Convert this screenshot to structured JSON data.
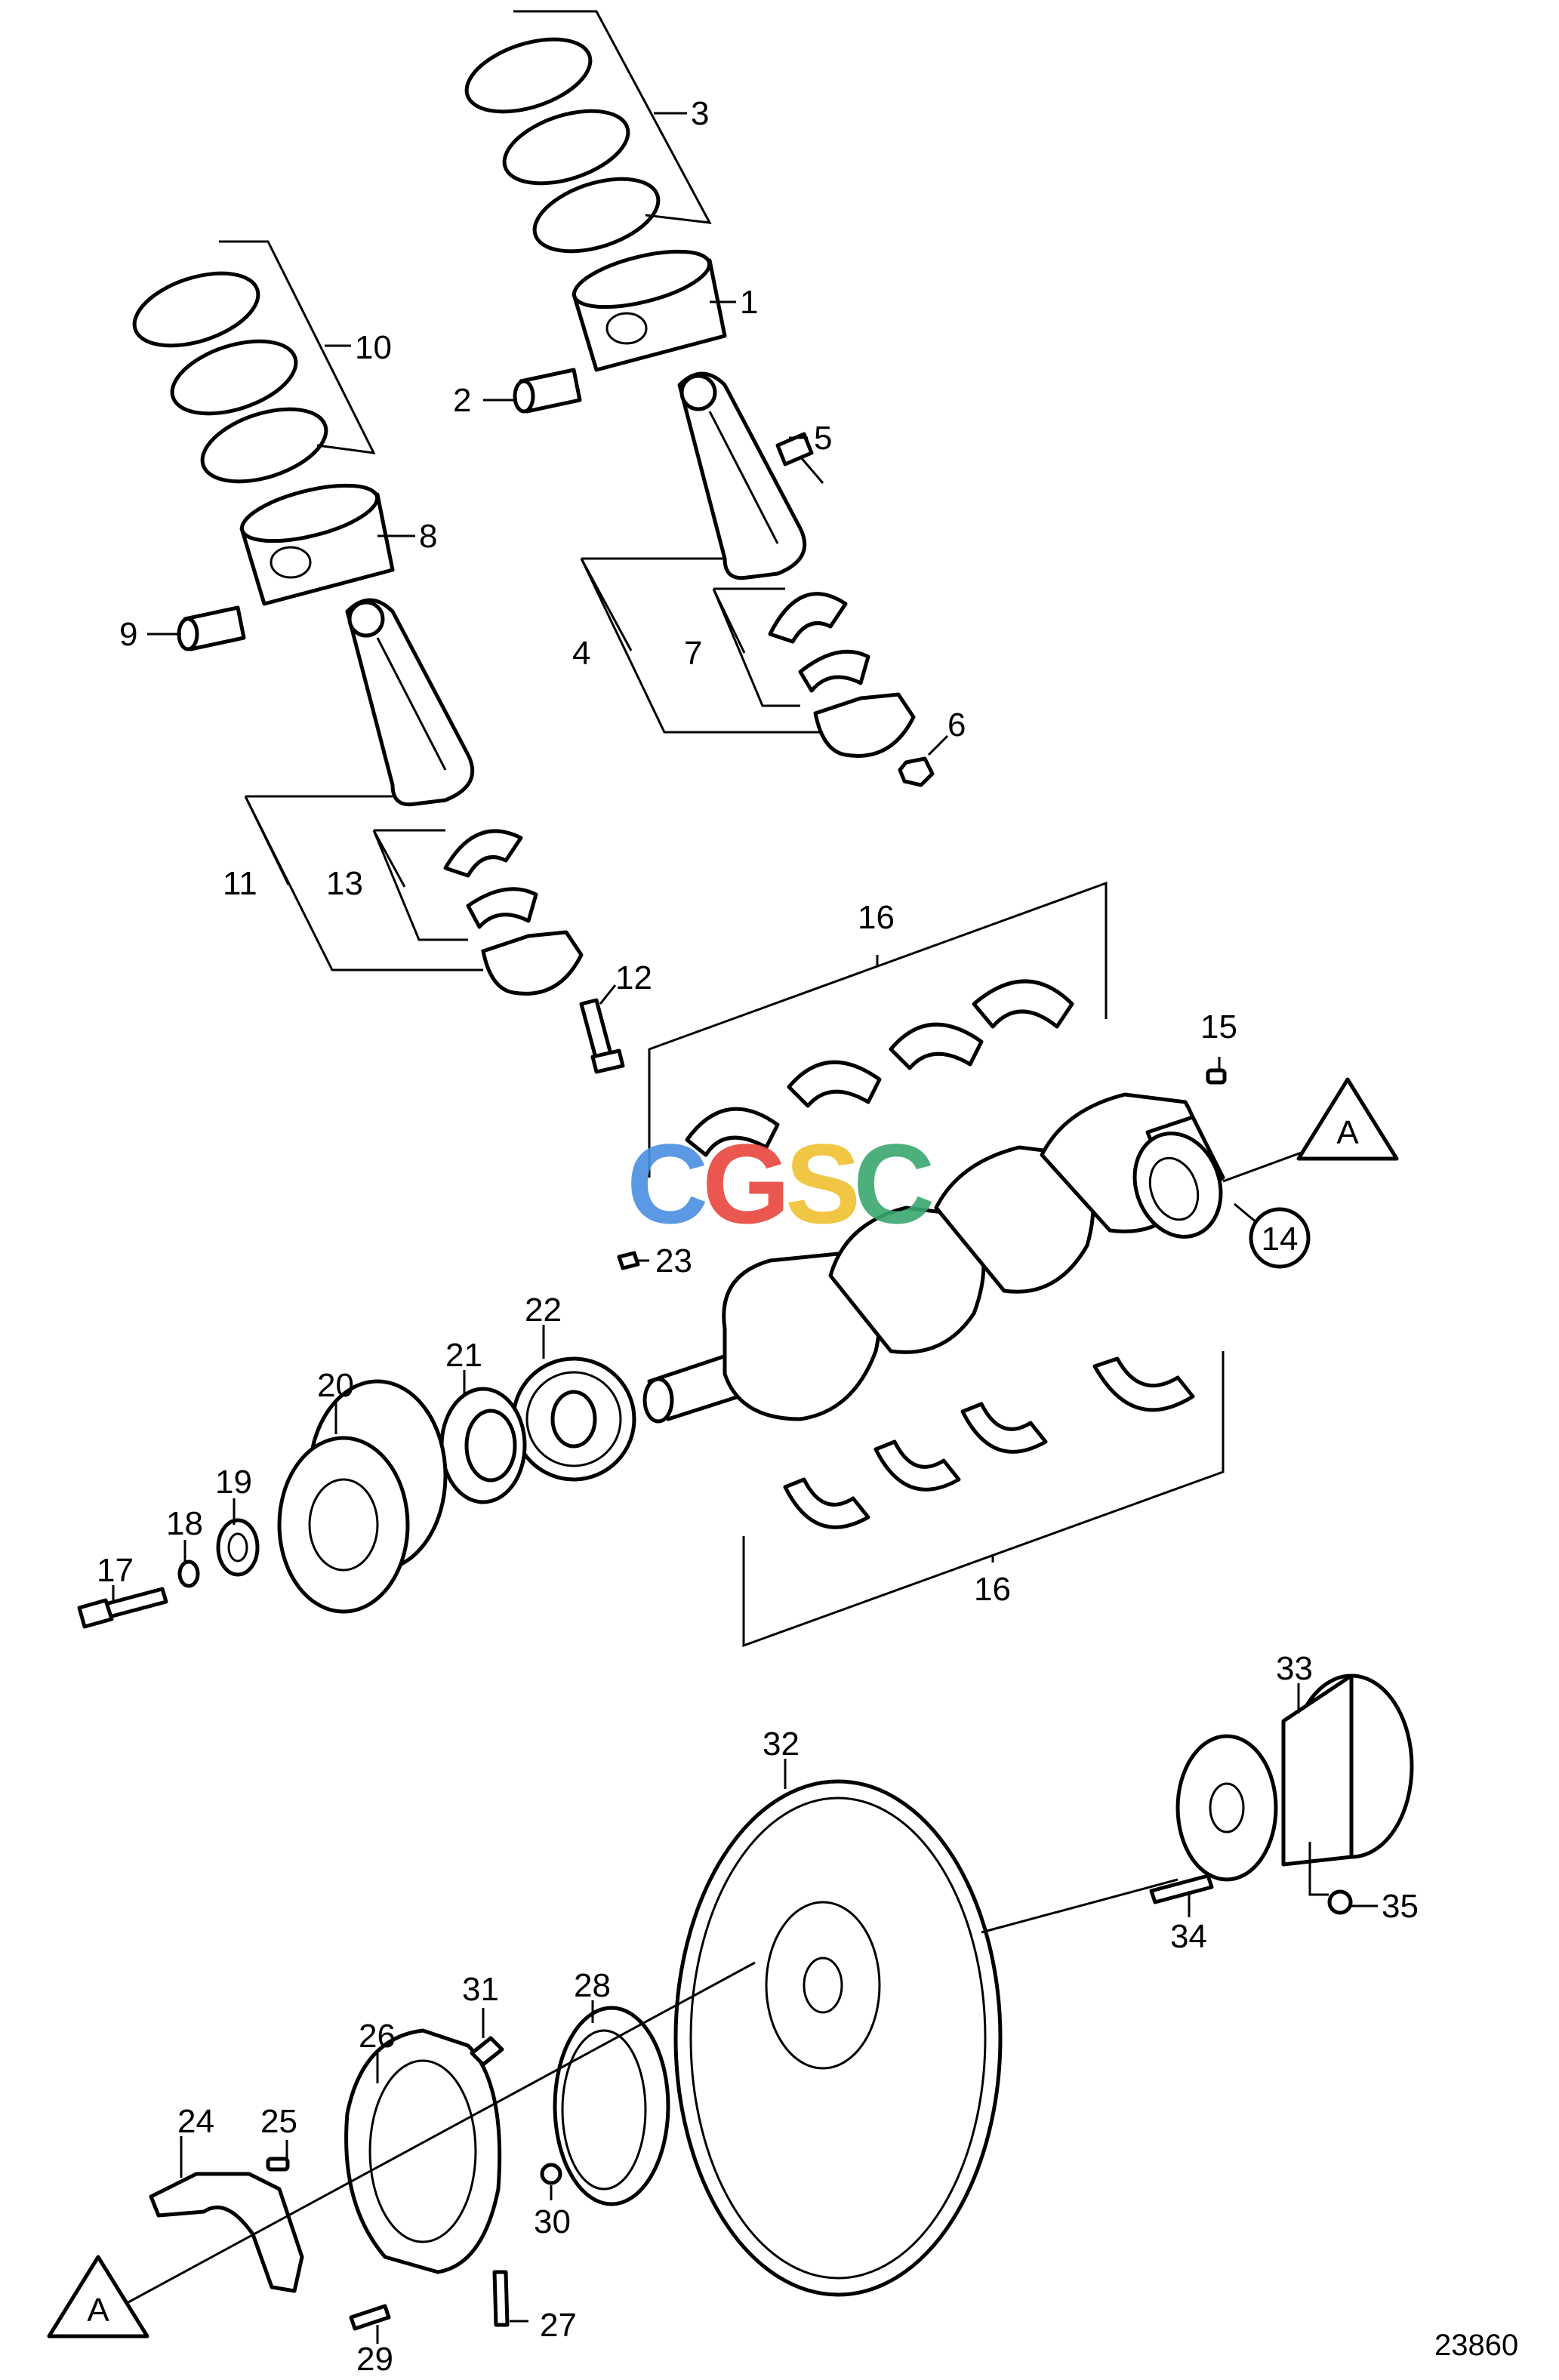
{
  "diagram_id": "23860",
  "watermark": {
    "letters": [
      "C",
      "G",
      "S",
      "C"
    ],
    "colors": [
      "#4a8fe2",
      "#e8453c",
      "#f0c030",
      "#3aa76d"
    ]
  },
  "callouts": {
    "p1": "1",
    "p2": "2",
    "p3": "3",
    "p4": "4",
    "p5": "5",
    "p6": "6",
    "p7": "7",
    "p8": "8",
    "p9": "9",
    "p10": "10",
    "p11": "11",
    "p12": "12",
    "p13": "13",
    "p14": "14",
    "p15": "15",
    "p16a": "16",
    "p16b": "16",
    "p17": "17",
    "p18": "18",
    "p19": "19",
    "p20": "20",
    "p21": "21",
    "p22": "22",
    "p23": "23",
    "p24": "24",
    "p25": "25",
    "p26": "26",
    "p27": "27",
    "p28": "28",
    "p29": "29",
    "p30": "30",
    "p31": "31",
    "p32": "32",
    "p33": "33",
    "p34": "34",
    "p35": "35"
  },
  "axis_marker": {
    "top": "A",
    "bottom": "A"
  }
}
